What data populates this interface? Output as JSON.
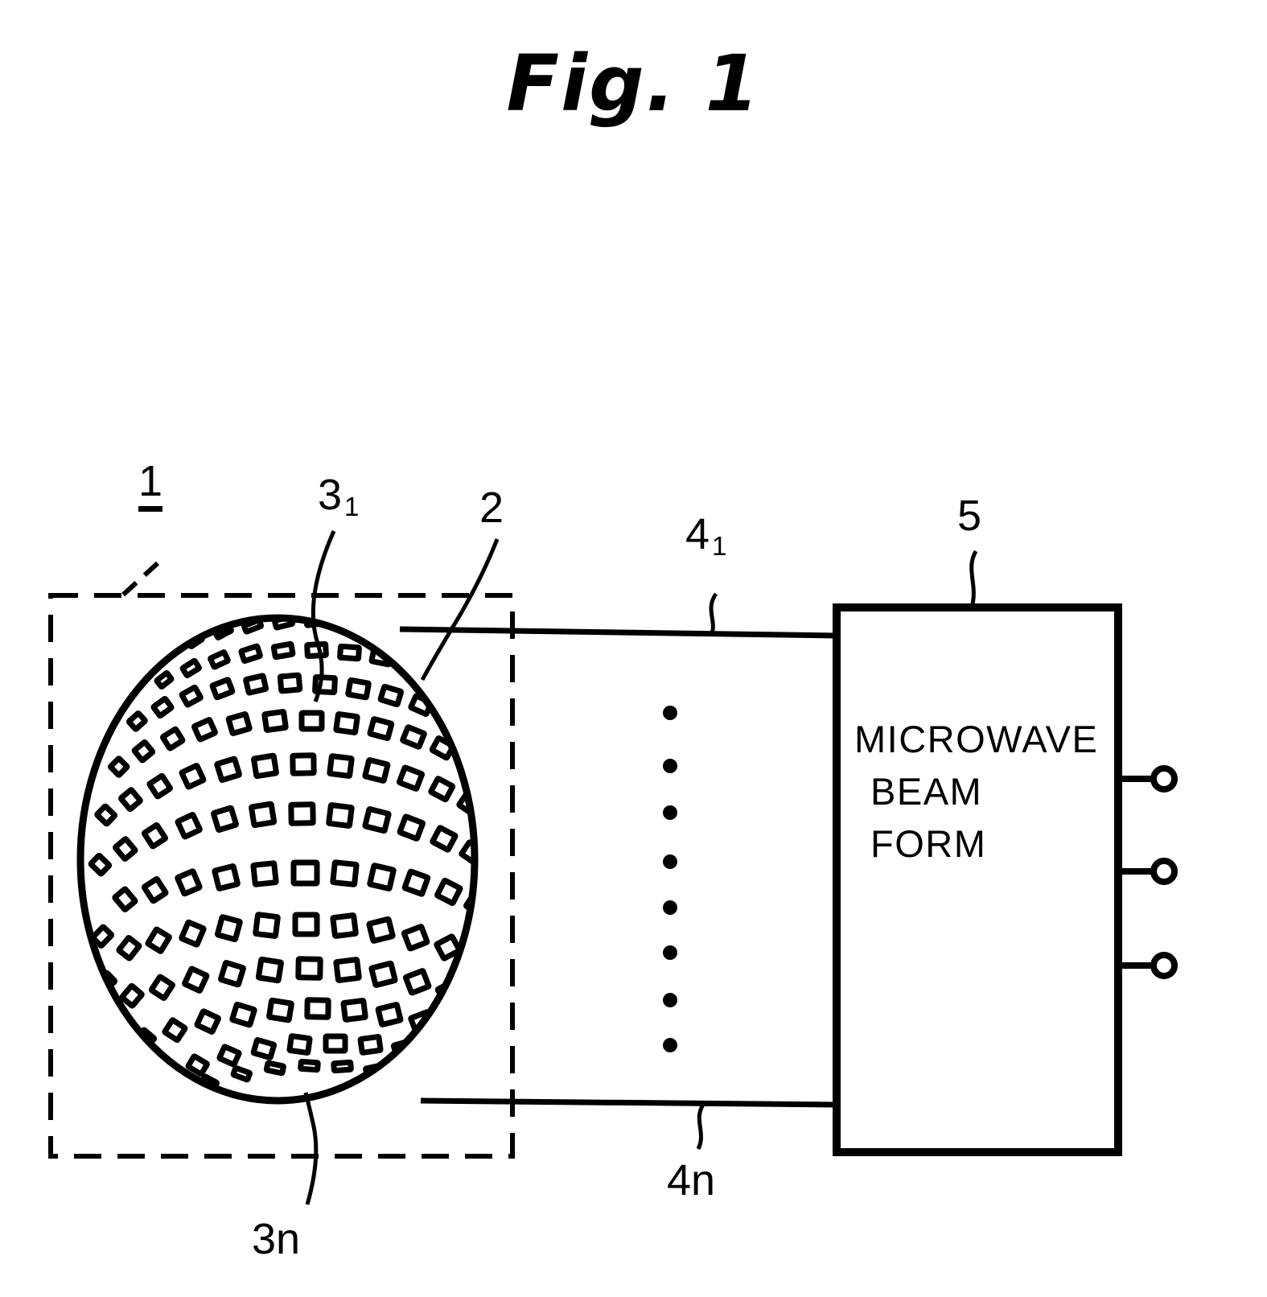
{
  "figure": {
    "title": "Fig. 1",
    "type": "patent-diagram",
    "description": "Spherical phased array antenna connected to a microwave beam forming network"
  },
  "labels": {
    "assembly": "1",
    "dome_surface": "2",
    "element_first_base": "3",
    "element_first_sub": "1",
    "element_last": "3n",
    "feed_first_base": "4",
    "feed_first_sub": "1",
    "feed_last": "4n",
    "beamformer": "5"
  },
  "beamformer_box": {
    "lines": [
      "MICROWAVE",
      "BEAM",
      "FORM"
    ]
  },
  "colors": {
    "ink": "#000000",
    "paper": "#ffffff"
  },
  "ellipsis": {
    "dot_count": 8
  },
  "outputs": {
    "terminal_count": 3
  }
}
